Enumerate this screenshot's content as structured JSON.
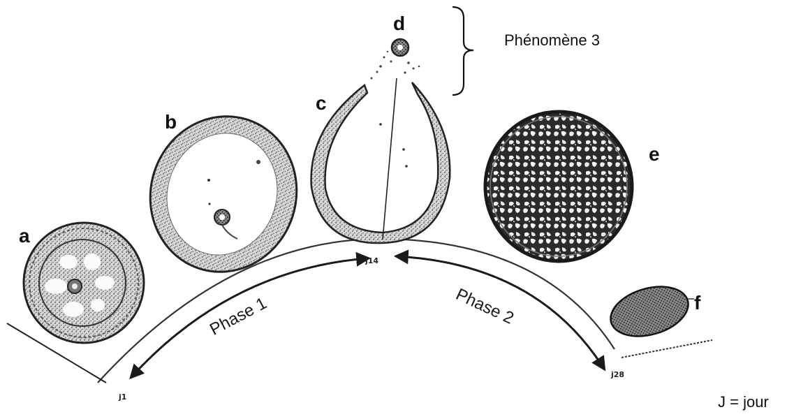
{
  "diagram": {
    "stages": [
      {
        "id": "a",
        "label": "a"
      },
      {
        "id": "b",
        "label": "b"
      },
      {
        "id": "c",
        "label": "c"
      },
      {
        "id": "d",
        "label": "d"
      },
      {
        "id": "e",
        "label": "e"
      },
      {
        "id": "f",
        "label": "f"
      }
    ],
    "days": {
      "start": "j1",
      "middle": "j14",
      "end": "j28"
    },
    "phases": {
      "phase1": "Phase 1",
      "phase2": "Phase 2",
      "phenomenon": "Phénomène 3"
    },
    "legend": "J = jour"
  }
}
